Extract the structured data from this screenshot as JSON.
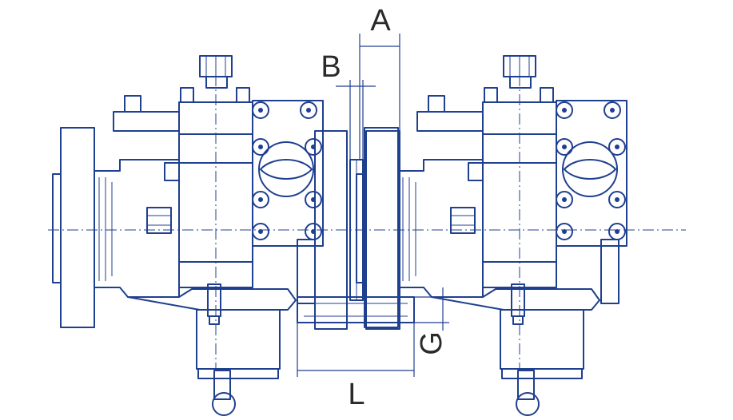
{
  "labels": {
    "a": "A",
    "b": "B",
    "g": "G",
    "l": "L"
  },
  "colors": {
    "line": "#1f3f8f",
    "text": "#2a2a2a",
    "background": "#ffffff"
  }
}
